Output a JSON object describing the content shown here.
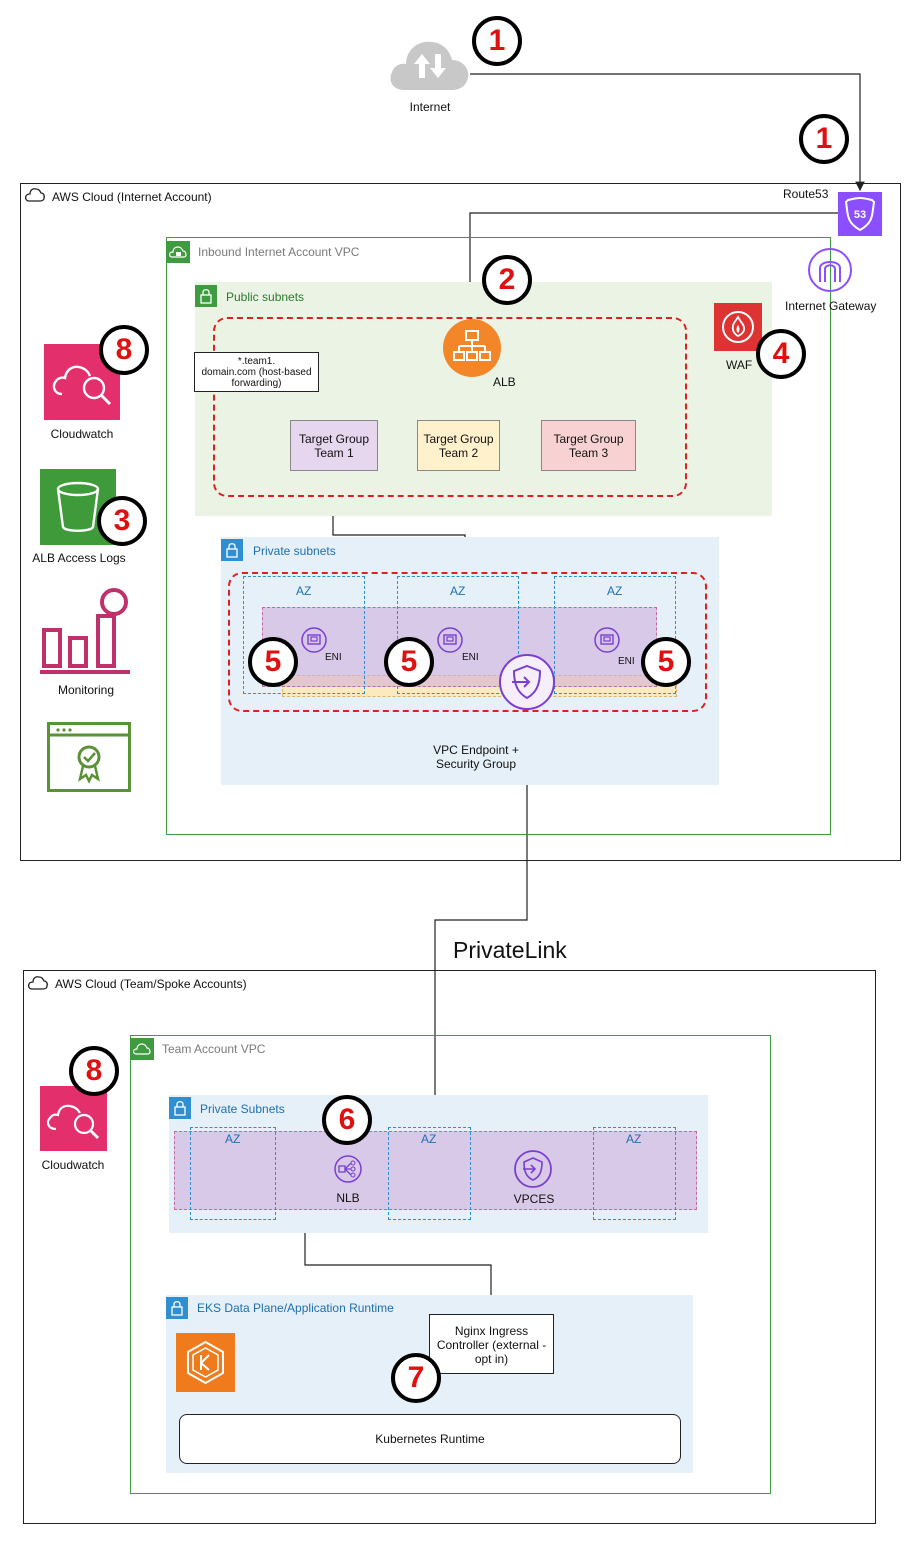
{
  "colors": {
    "public_subnet": "#ebf3e5",
    "private_subnet": "#e6f0f8",
    "vpc_border": "#3f9b3f",
    "badge_text": "#e01010",
    "cloudwatch": "#e3306d",
    "alb": "#f4862a",
    "waf": "#dd3333",
    "route53": "#8c4fff",
    "s3": "#3f9a3a",
    "eks": "#f07b1c"
  },
  "top": {
    "internet_label": "Internet",
    "route53_label": "Route53",
    "internet_gateway_label": "Internet Gateway"
  },
  "internet_account": {
    "cloud_label": "AWS Cloud (Internet Account)",
    "vpc_label": "Inbound Internet Account VPC",
    "public_subnets_label": "Public subnets",
    "private_subnets_label": "Private subnets",
    "alb_label": "ALB",
    "waf_label": "WAF",
    "host_note": "*.team1.\ndomain.com (host-based\nforwarding)",
    "target_groups": [
      "Target Group\nTeam 1",
      "Target Group\nTeam 2",
      "Target Group\nTeam 3"
    ],
    "az_label": "AZ",
    "eni_label": "ENI",
    "vpc_endpoint_label": "VPC Endpoint +\nSecurity Group",
    "side": {
      "cloudwatch_label": "Cloudwatch",
      "alb_logs_label": "ALB Access Logs",
      "monitoring_label": "Monitoring"
    }
  },
  "privatelink_label": "PrivateLink",
  "team_account": {
    "cloud_label": "AWS Cloud (Team/Spoke Accounts)",
    "vpc_label": "Team Account VPC",
    "private_subnets_label": "Private Subnets",
    "az_label": "AZ",
    "nlb_label": "NLB",
    "vpces_label": "VPCES",
    "eks_label": "EKS Data Plane/Application Runtime",
    "nginx_label": "Nginx Ingress\nController (external -\nopt in)",
    "k8s_label": "Kubernetes Runtime",
    "cloudwatch_label": "Cloudwatch"
  },
  "badges": {
    "b1": "1",
    "b2": "2",
    "b3": "3",
    "b4": "4",
    "b5": "5",
    "b6": "6",
    "b7": "7",
    "b8": "8"
  },
  "icons": [
    "cloud-icon",
    "route53-icon",
    "internet-gateway-icon",
    "alb-icon",
    "waf-icon",
    "eni-icon",
    "vpc-endpoint-icon",
    "cloudwatch-icon",
    "s3-bucket-icon",
    "monitoring-icon",
    "certificate-icon",
    "nlb-icon",
    "vpces-icon",
    "eks-icon",
    "lock-icon"
  ]
}
